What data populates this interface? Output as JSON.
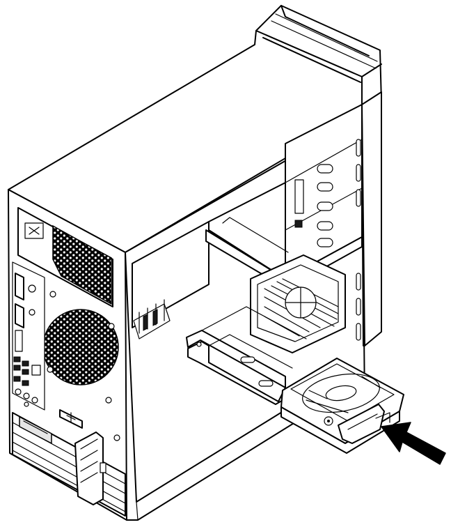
{
  "figure": {
    "subject": "desktop-tower-open-side",
    "components": [
      "computer-case",
      "power-supply-vent",
      "rear-fan-grille",
      "rear-io-panel",
      "expansion-slot-covers",
      "optical-drive-bay",
      "cooling-fan-duct",
      "hard-disk-drive-tray",
      "insertion-arrow"
    ],
    "arrow_direction": "into-bay",
    "colors": {
      "line": "#000000",
      "fill": "#ffffff",
      "shade": "#e6e6e6",
      "arrow": "#000000"
    }
  }
}
